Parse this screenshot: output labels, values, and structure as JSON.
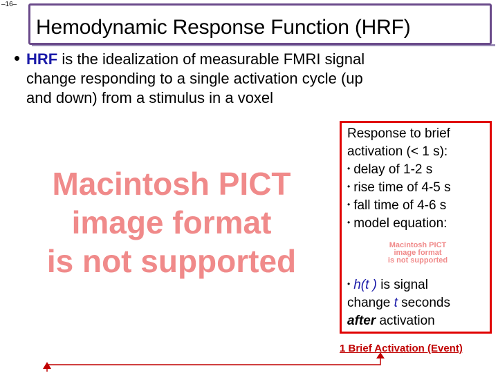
{
  "slide_number": "–16–",
  "title": "Hemodynamic Response Function (HRF)",
  "main_bullet": {
    "term": "HRF",
    "line1_rest": " is the idealization of measurable FMRI signal",
    "line2": "change responding to a single activation cycle (up",
    "line3": "and down) from a stimulus in a voxel"
  },
  "placeholder_large": [
    "Macintosh PICT",
    "image format",
    "is not supported"
  ],
  "response_box": {
    "header_line1": "Response to brief",
    "header_line2": "activation (< 1 s):",
    "items": [
      "delay of 1-2 s",
      "rise time of 4-5 s",
      "fall time of 4-6 s",
      "model equation:"
    ],
    "placeholder_small": [
      "Macintosh PICT",
      "image format",
      "is not supported"
    ],
    "ht_func_h": "h",
    "ht_paren_open": "(",
    "ht_func_t": "t",
    "ht_paren_close": " )",
    "ht_rest": " is signal",
    "change_prefix": "change ",
    "change_t": "t",
    "change_suffix": " seconds",
    "after_word": "after",
    "after_rest": " activation"
  },
  "event_label": "1 Brief Activation (Event)",
  "colors": {
    "title_border": "#6a4a8a",
    "box_border": "#e00000",
    "placeholder_text": "#f08a8a",
    "emphasis_blue": "#1a1aa8",
    "event_red": "#c00000"
  }
}
